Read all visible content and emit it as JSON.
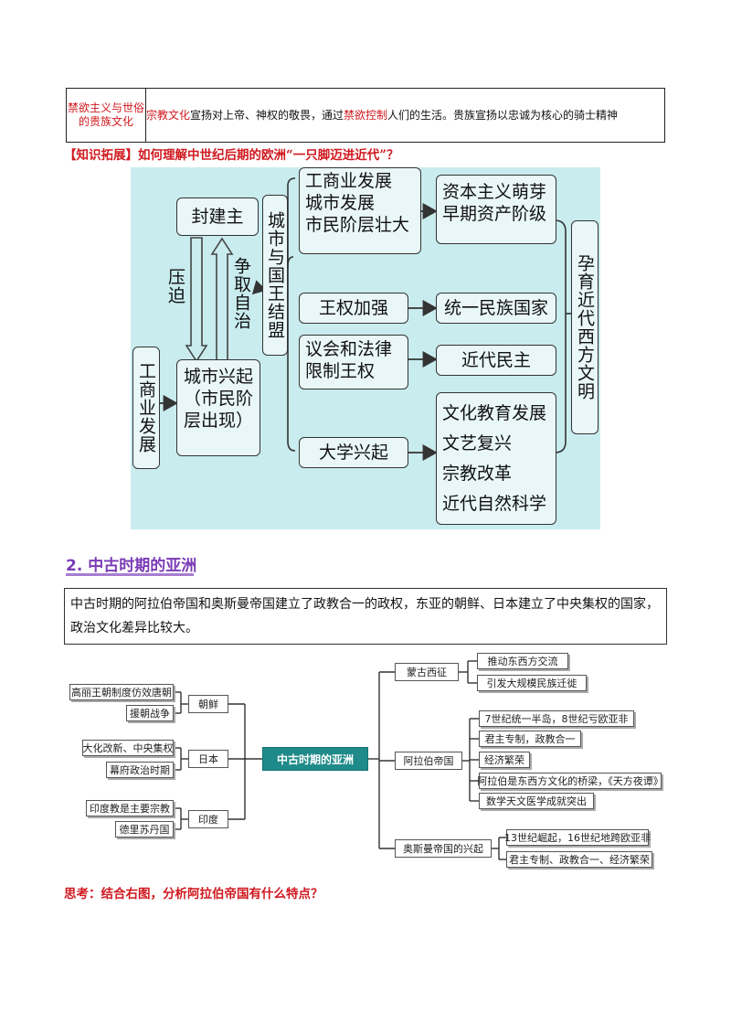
{
  "top_table": {
    "head": "禁欲主义与世俗的贵族文化",
    "p1_red": "宗教文化",
    "p2": "宣扬对上帝、神权的敬畏，通过",
    "p3_red": "禁欲控制",
    "p4": "人们的生活。贵族宣扬以忠诚为核心的骑士精神"
  },
  "expand_title": "【知识拓展】如何理解中世纪后期的欧洲“一只脚迈进近代”？",
  "diagram1": {
    "feudal_lord": "封建主",
    "oppress": "压迫",
    "strive_autonomy": "争取自治",
    "commerce": "工商业发展",
    "city_rise_1": "城市兴起",
    "city_rise_2": "（市民阶",
    "city_rise_3": "层出现）",
    "alliance": "城市与国王结盟",
    "dev1": "工商业发展",
    "dev2": "城市发展",
    "dev3": "市民阶层壮大",
    "royal": "王权加强",
    "parliament1": "议会和法律",
    "parliament2": "限制王权",
    "university": "大学兴起",
    "res1a": "资本主义萌芽",
    "res1b": "早期资产阶级",
    "res2": "统一民族国家",
    "res3": "近代民主",
    "res4a": "文化教育发展",
    "res4b": "文艺复兴",
    "res4c": "宗教改革",
    "res4d": "近代自然科学",
    "nurture": "孕育近代西方文明"
  },
  "section": {
    "title": "2. 中古时期的亚洲"
  },
  "paragraph": "中古时期的阿拉伯帝国和奥斯曼帝国建立了政教合一的政权，东亚的朝鲜、日本建立了中央集权的国家，政治文化差异比较大。",
  "mindmap": {
    "center": "中古时期的亚洲",
    "left": [
      {
        "label": "朝鲜",
        "children": [
          "高丽王朝制度仿效唐朝",
          "援朝战争"
        ]
      },
      {
        "label": "日本",
        "children": [
          "大化改新、中央集权",
          "幕府政治时期"
        ]
      },
      {
        "label": "印度",
        "children": [
          "印度教是主要宗教",
          "德里苏丹国"
        ]
      }
    ],
    "right": [
      {
        "label": "蒙古西征",
        "children": [
          "推动东西方交流",
          "引发大规模民族迁徙"
        ]
      },
      {
        "label": "阿拉伯帝国",
        "children": [
          "7世纪统一半岛，8世纪亏欧亚非",
          "君主专制，政教合一",
          "经济繁荣",
          "阿拉伯是东西方文化的桥梁，《天方夜谭》",
          "数学天文医学成就突出"
        ]
      },
      {
        "label": "奥斯曼帝国的兴起",
        "children": [
          "13世纪崛起，16世纪地跨欧亚非",
          "君主专制、政教合一、经济繁荣"
        ]
      }
    ]
  },
  "question": "思考：结合右图，分析阿拉伯帝国有什么特点？",
  "colors": {
    "red": "#d0181e",
    "diagram_bg": "#c9ecee",
    "purple": "#7a3bb5",
    "teal": "#1f8a8a"
  }
}
